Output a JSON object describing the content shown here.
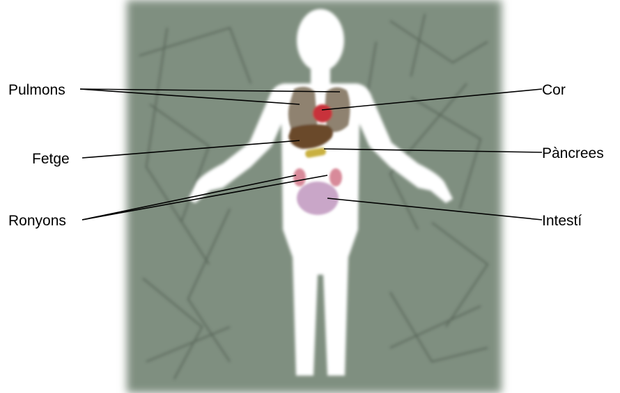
{
  "labels": {
    "pulmons": "Pulmons",
    "fetge": "Fetge",
    "ronyons": "Ronyons",
    "cor": "Cor",
    "pancrees": "Pàncrees",
    "intesti": "Intestí"
  },
  "colors": {
    "background": "#7f8f80",
    "body": "#ffffff",
    "lungs": "#8f8270",
    "heart": "#c8303a",
    "liver": "#6b4a2c",
    "pancreas": "#c9b040",
    "kidneys": "#d88a9a",
    "intestine": "#c9a6c8",
    "leader_lines": "#000000"
  }
}
